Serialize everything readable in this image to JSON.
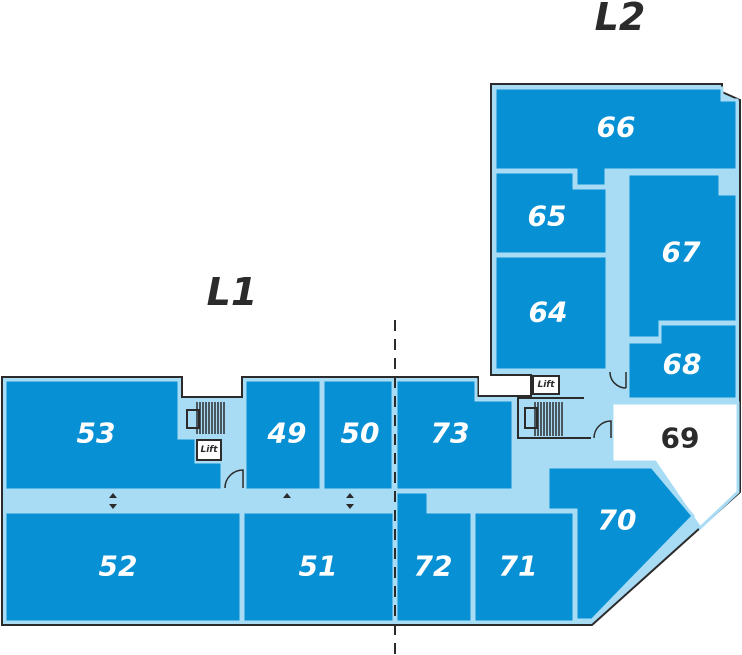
{
  "levels": {
    "l1": "L1",
    "l2": "L2"
  },
  "rooms": {
    "r49": "49",
    "r50": "50",
    "r51": "51",
    "r52": "52",
    "r53": "53",
    "r64": "64",
    "r65": "65",
    "r66": "66",
    "r67": "67",
    "r68": "68",
    "r69": "69",
    "r70": "70",
    "r71": "71",
    "r72": "72",
    "r73": "73"
  },
  "lift_label": "Lift",
  "colors": {
    "room": "#0890d5",
    "corridor": "#a8dcf5",
    "outline": "#2b2b2b",
    "unavailable_room": "#ffffff"
  }
}
